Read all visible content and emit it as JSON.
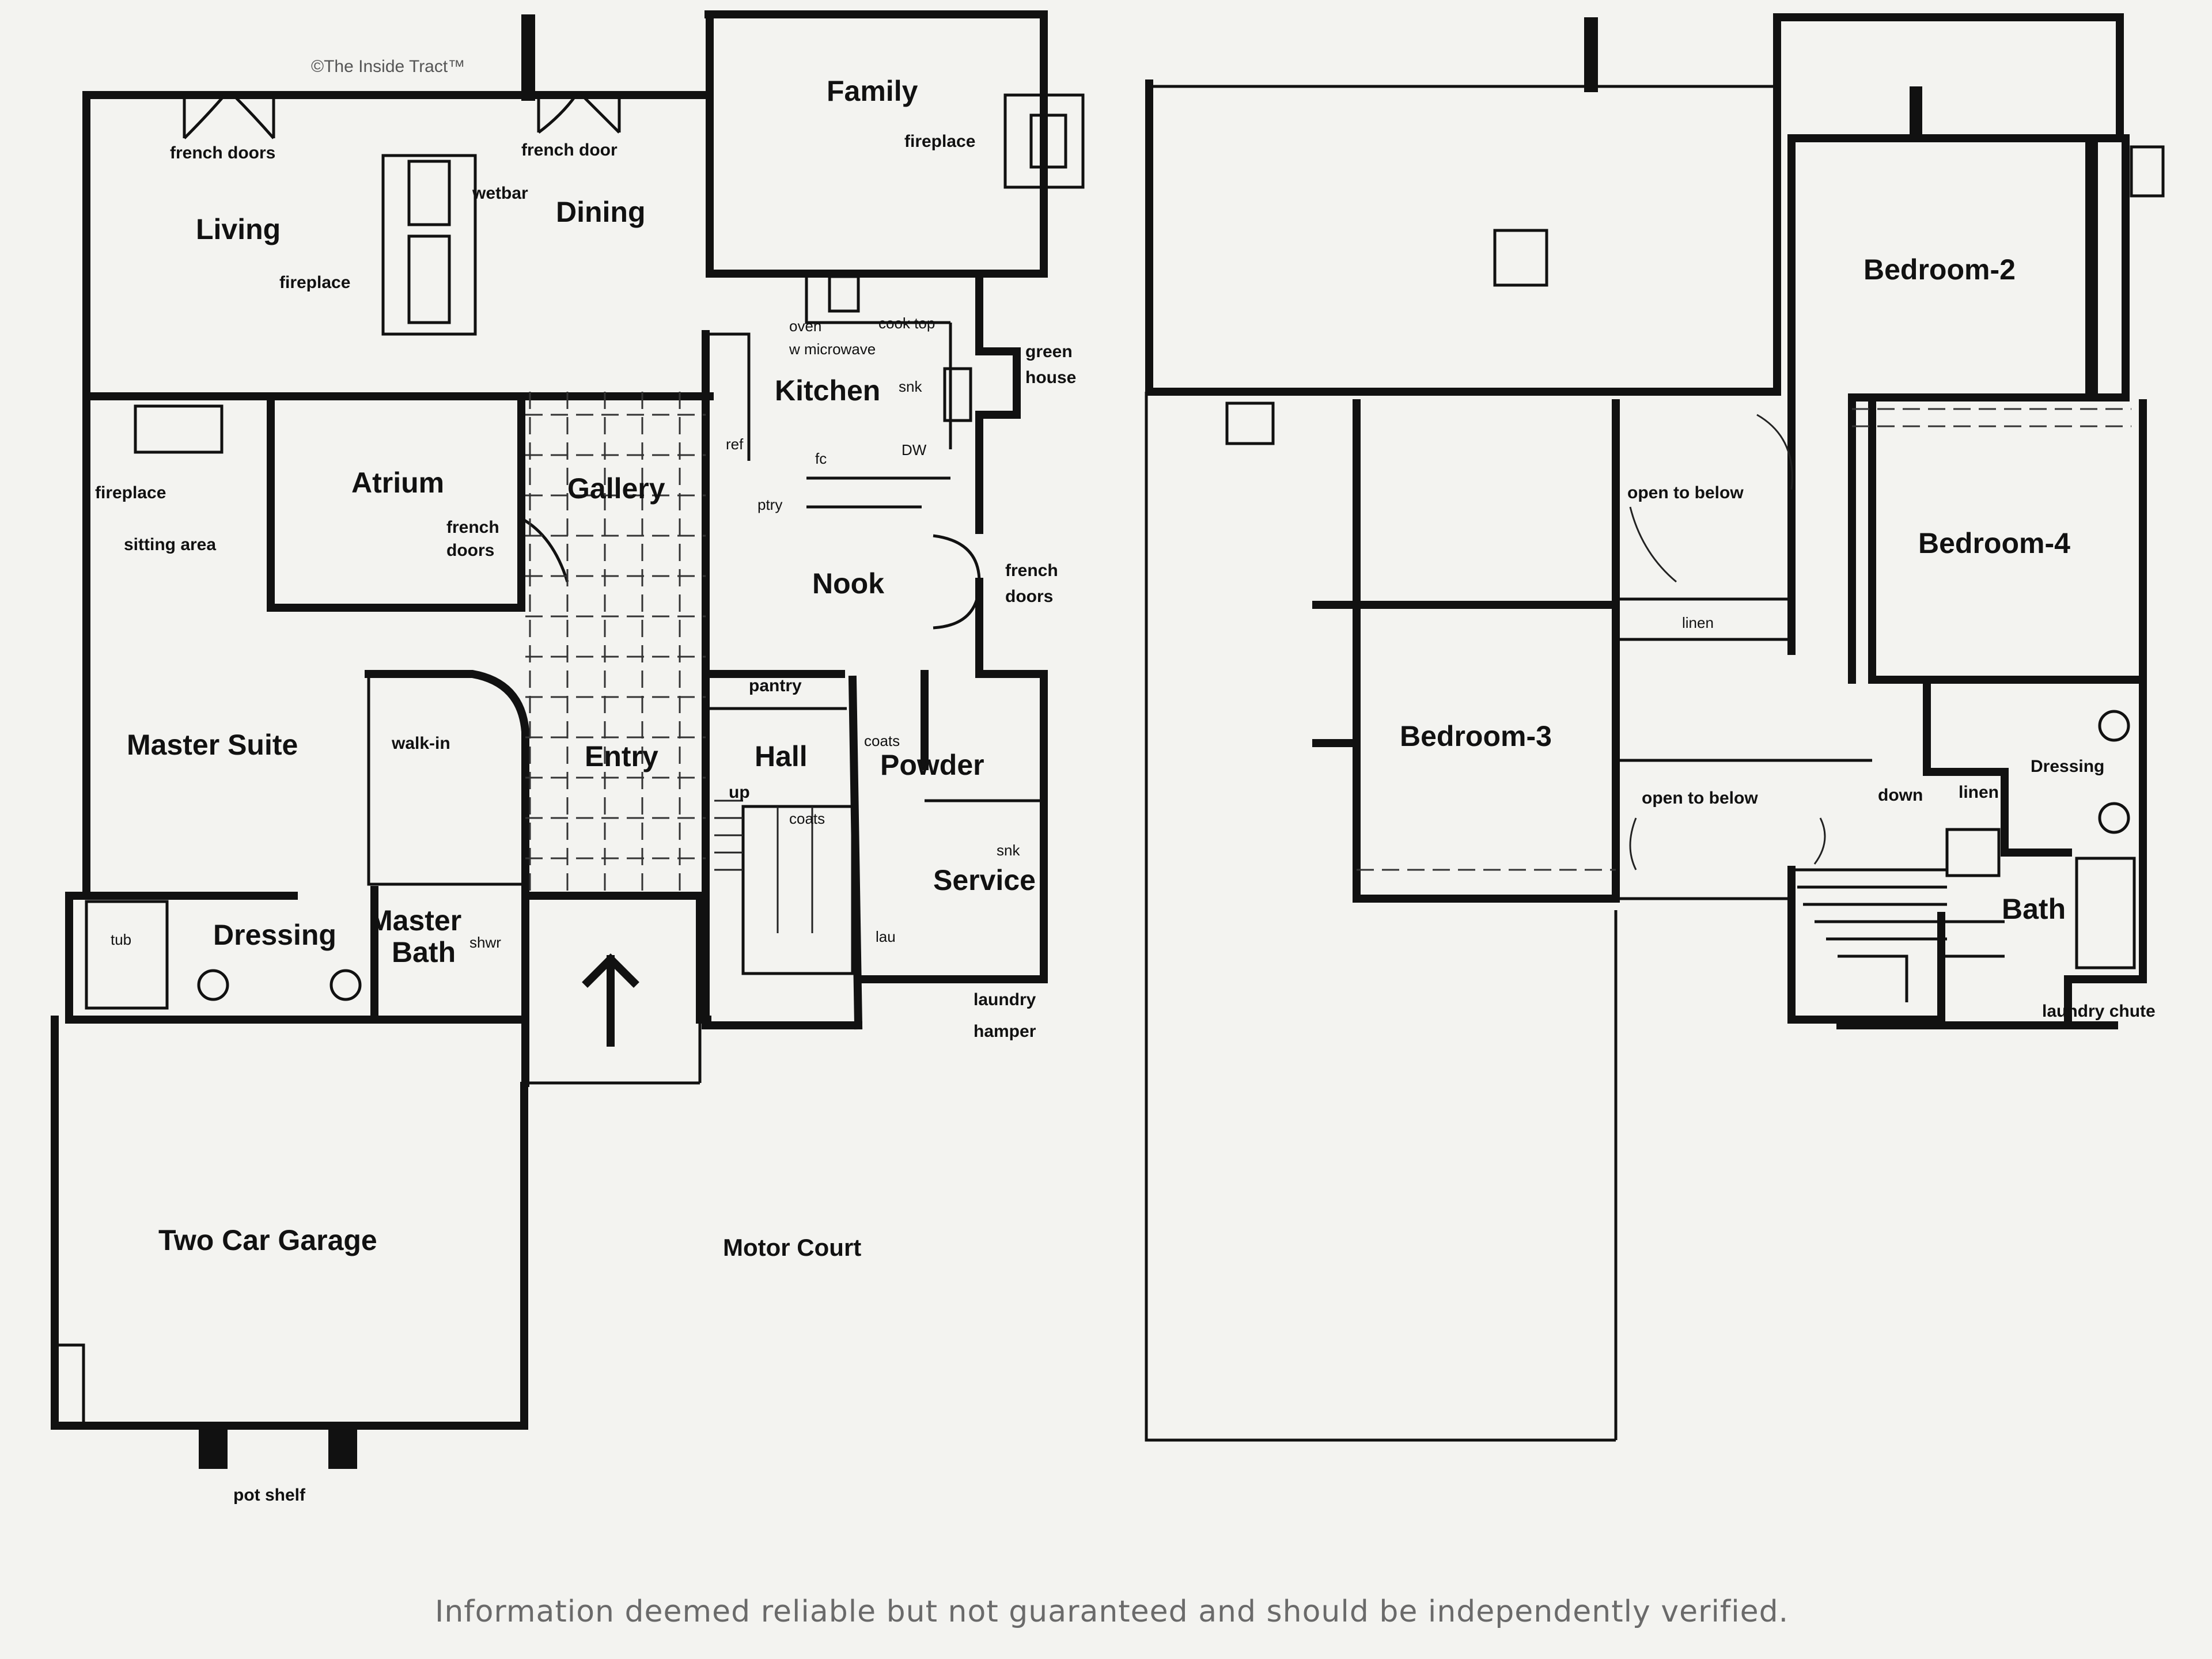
{
  "copyright": "©The Inside Tract™",
  "disclaimer": "Information deemed reliable but not guaranteed and should be independently verified.",
  "first_floor": {
    "rooms": {
      "family": "Family",
      "living": "Living",
      "dining": "Dining",
      "kitchen": "Kitchen",
      "atrium": "Atrium",
      "gallery": "Gallery",
      "nook": "Nook",
      "master_suite": "Master Suite",
      "entry": "Entry",
      "hall": "Hall",
      "powder": "Powder",
      "service": "Service",
      "dressing": "Dressing",
      "master_bath_1": "Master",
      "master_bath_2": "Bath",
      "garage": "Two Car Garage",
      "motor_court": "Motor Court"
    },
    "notes": {
      "french_doors_living": "french doors",
      "french_door_dining": "french door",
      "fireplace_family": "fireplace",
      "wetbar": "wetbar",
      "fireplace_living": "fireplace",
      "oven": "oven",
      "cook_top": "cook top",
      "microwave": "w microwave",
      "green": "green",
      "house": "house",
      "snk_kitchen": "snk",
      "refrig": "ref",
      "fc": "fc",
      "dw": "DW",
      "ptry": "ptry",
      "fireplace_suite": "fireplace",
      "sitting_area": "sitting area",
      "french_doors_atrium_1": "french",
      "french_doors_atrium_2": "doors",
      "french_doors_nook_1": "french",
      "french_doors_nook_2": "doors",
      "pantry": "pantry",
      "coats_powder": "coats",
      "walk_in": "walk-in",
      "up": "up",
      "coats_hall": "coats",
      "snk_service": "snk",
      "tub": "tub",
      "shwr": "shwr",
      "lau": "lau",
      "laundry": "laundry",
      "hamper": "hamper",
      "pot_shelf": "pot shelf"
    }
  },
  "second_floor": {
    "rooms": {
      "bedroom_2": "Bedroom-2",
      "bedroom_3": "Bedroom-3",
      "bedroom_4": "Bedroom-4",
      "dressing": "Dressing",
      "bath": "Bath"
    },
    "notes": {
      "open_to_below_1": "open to below",
      "linen_1": "linen",
      "open_to_below_2": "open to below",
      "down": "down",
      "linen_2": "linen",
      "laundry_chute": "laundry chute"
    }
  }
}
